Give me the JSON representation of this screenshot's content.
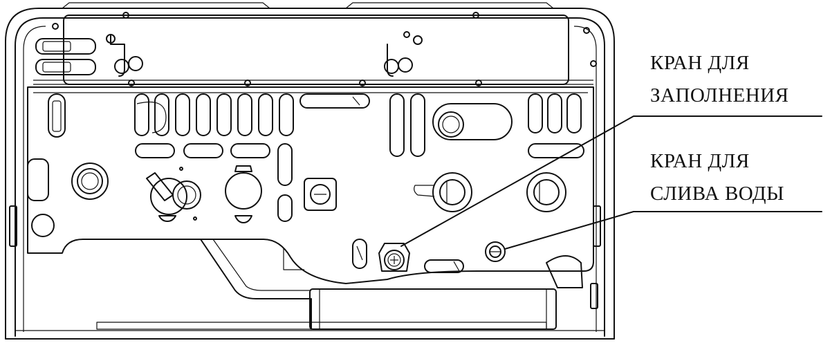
{
  "diagram": {
    "callouts": {
      "fill_valve": {
        "line1": "КРАН ДЛЯ",
        "line2": "ЗАПОЛНЕНИЯ"
      },
      "drain_valve": {
        "line1": "КРАН ДЛЯ",
        "line2": "СЛИВА ВОДЫ"
      }
    },
    "colors": {
      "ink": "#111111",
      "background": "#ffffff"
    }
  }
}
